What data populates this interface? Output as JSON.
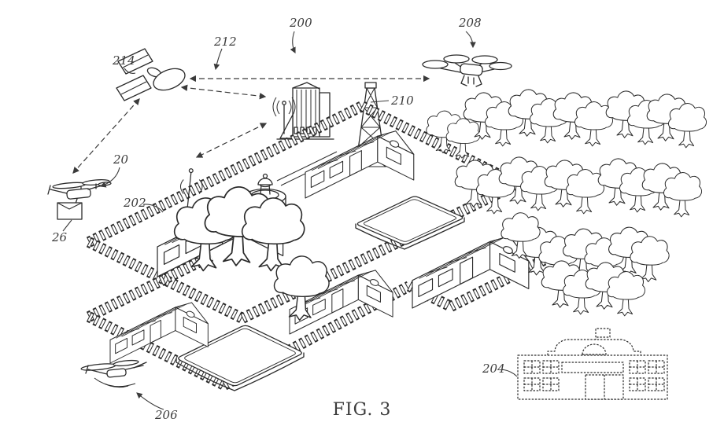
{
  "figure": {
    "caption": "FIG. 3",
    "labels": {
      "system": "200",
      "house": "202",
      "school": "204",
      "landed_drone": "206",
      "flying_drone": "208",
      "cell_tower": "210",
      "comm_link": "212",
      "satellite": "214",
      "delivery_uav": "20",
      "package": "26"
    },
    "colors": {
      "ink": "#2b2b2b",
      "label_ink": "#3b3b3b",
      "background": "#ffffff"
    }
  }
}
